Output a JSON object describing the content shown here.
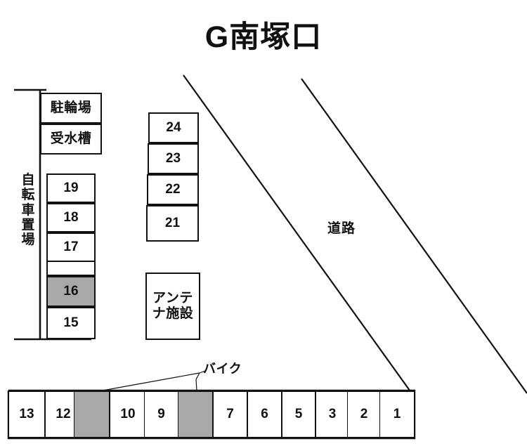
{
  "title": "G南塚口",
  "colors": {
    "line": "#111111",
    "gray_fill": "#a8a8a8",
    "background": "#ffffff"
  },
  "labels": {
    "bicycle_parking": "駐輪場",
    "water_tank": "受水槽",
    "bicycle_storage_area": "自転車置場",
    "antenna_facility_line1": "アンテ",
    "antenna_facility_line2": "ナ施設",
    "road": "道路",
    "motorcycle": "バイク"
  },
  "left_column": {
    "facility_boxes": [
      {
        "name": "駐輪場"
      },
      {
        "name": "受水槽"
      }
    ],
    "stalls": [
      {
        "number": "19",
        "state": "vacant"
      },
      {
        "number": "18",
        "state": "vacant"
      },
      {
        "number": "17",
        "state": "vacant"
      },
      {
        "number": "16",
        "state": "highlighted"
      },
      {
        "number": "15",
        "state": "vacant"
      }
    ]
  },
  "middle_column": {
    "stalls": [
      {
        "number": "24",
        "state": "vacant"
      },
      {
        "number": "23",
        "state": "vacant"
      },
      {
        "number": "22",
        "state": "vacant"
      },
      {
        "number": "21",
        "state": "vacant"
      }
    ],
    "antenna_box": "アンテナ施設"
  },
  "bottom_row": {
    "stalls": [
      {
        "number": "13",
        "state": "vacant"
      },
      {
        "number": "12",
        "state": "vacant"
      },
      {
        "number": "",
        "state": "motorcycle"
      },
      {
        "number": "10",
        "state": "vacant"
      },
      {
        "number": "9",
        "state": "vacant"
      },
      {
        "number": "",
        "state": "motorcycle"
      },
      {
        "number": "7",
        "state": "vacant"
      },
      {
        "number": "6",
        "state": "vacant"
      },
      {
        "number": "5",
        "state": "vacant"
      },
      {
        "number": "3",
        "state": "vacant"
      },
      {
        "number": "2",
        "state": "vacant"
      },
      {
        "number": "1",
        "state": "vacant"
      }
    ]
  }
}
